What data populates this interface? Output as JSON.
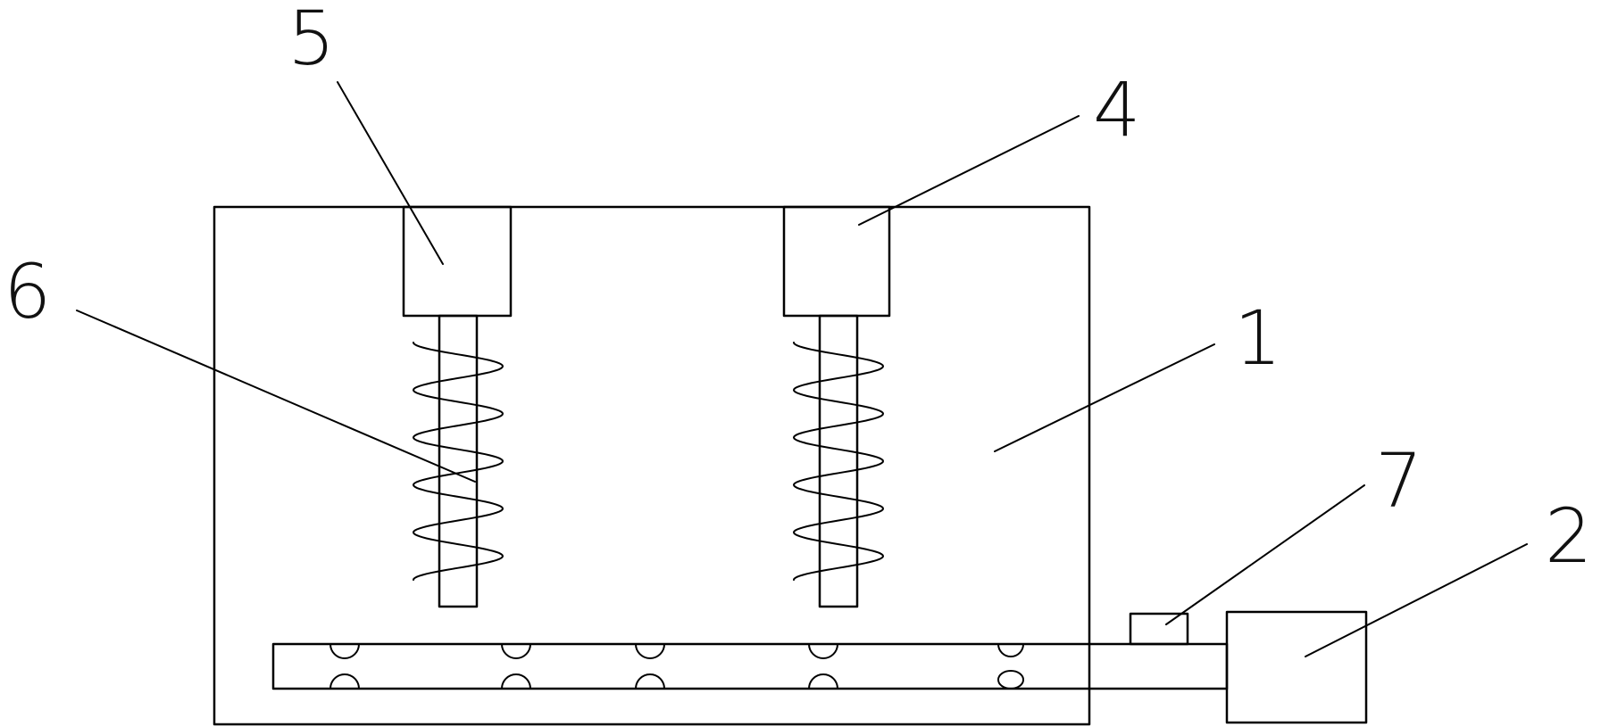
{
  "labels": {
    "housing": "1",
    "motor": "2",
    "drive_right": "4",
    "drive_left": "5",
    "auger": "6",
    "nozzle": "7"
  },
  "auger_turns": 5,
  "colors": {
    "line": "#000000",
    "background": "#ffffff"
  }
}
